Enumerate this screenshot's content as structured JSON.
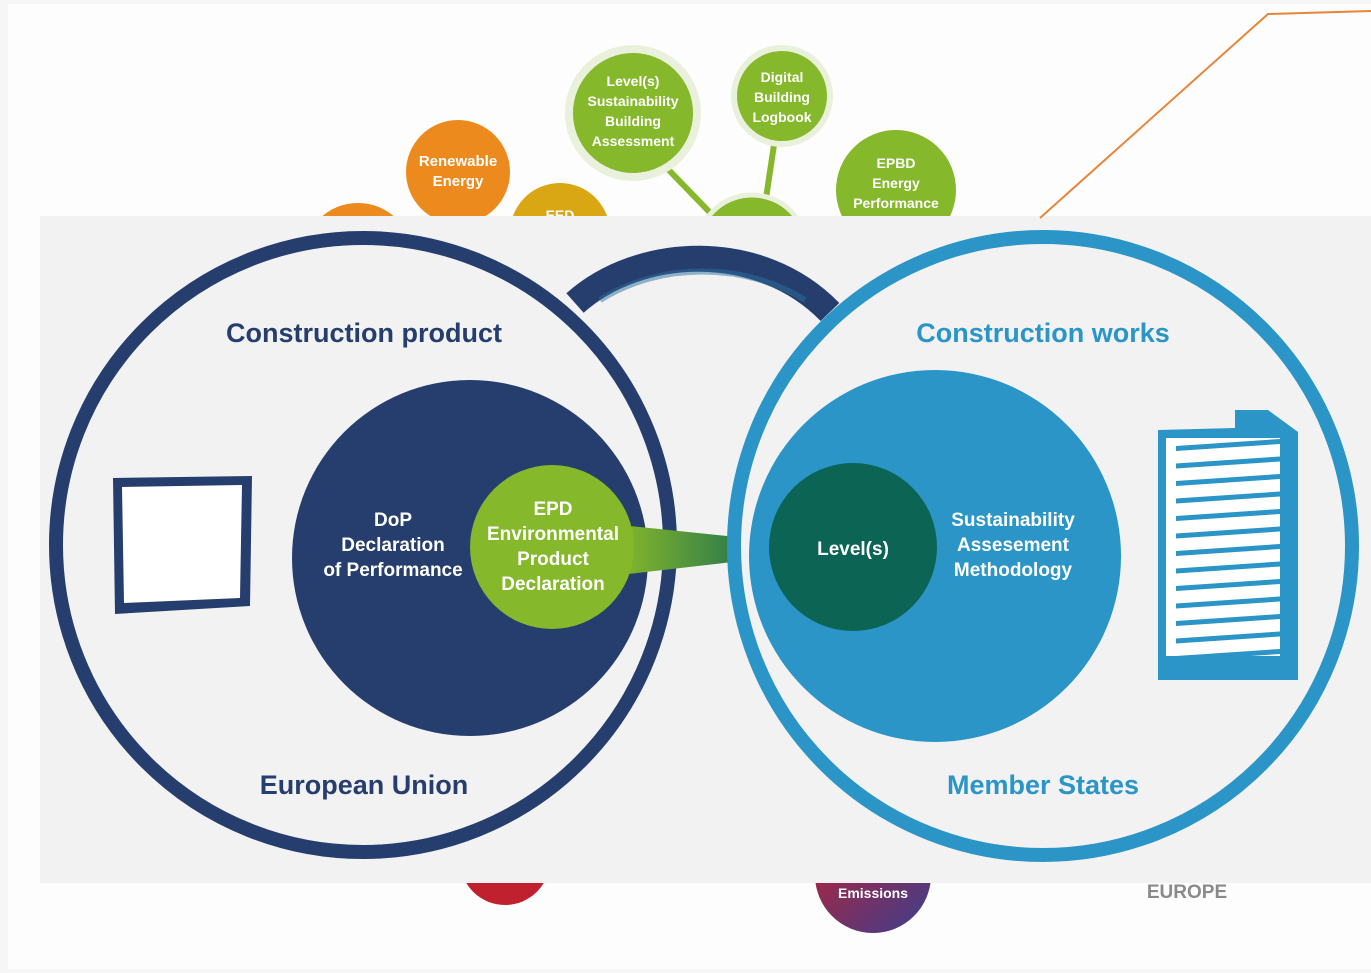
{
  "colors": {
    "navy": "#263e6d",
    "light_blue": "#2a95c6",
    "dark_teal": "#0c6455",
    "lime_green": "#86b82b",
    "orange": "#ec8a1e",
    "mustard": "#d9a614",
    "crimson": "#c1202f",
    "panel_bg": "#f2f2f2",
    "leader_line": "#e8853a"
  },
  "background": {
    "bubbles": {
      "levels_sba": [
        "Level(s)",
        "Sustainability",
        "Building",
        "Assessment"
      ],
      "digital_logbook": [
        "Digital",
        "Building",
        "Logbook"
      ],
      "renewable_energy": [
        "Renewable",
        "Energy"
      ],
      "eed_partial": "EED",
      "epbd": [
        "EPBD",
        "Energy",
        "Performance"
      ],
      "emissions": "Emissions"
    },
    "europe_label": "EUROPE"
  },
  "left_circle": {
    "top_title": "Construction product",
    "bottom_title": "European Union",
    "dop_lines": [
      "DoP",
      "Declaration",
      "of Performance"
    ],
    "epd_lines": [
      "EPD",
      "Environmental",
      "Product",
      "Declaration"
    ],
    "icon": "product-square-icon"
  },
  "right_circle": {
    "top_title": "Construction works",
    "bottom_title": "Member States",
    "levels_label": "Level(s)",
    "method_lines": [
      "Sustainability",
      "Assesement",
      "Methodology"
    ],
    "icon": "building-icon"
  }
}
